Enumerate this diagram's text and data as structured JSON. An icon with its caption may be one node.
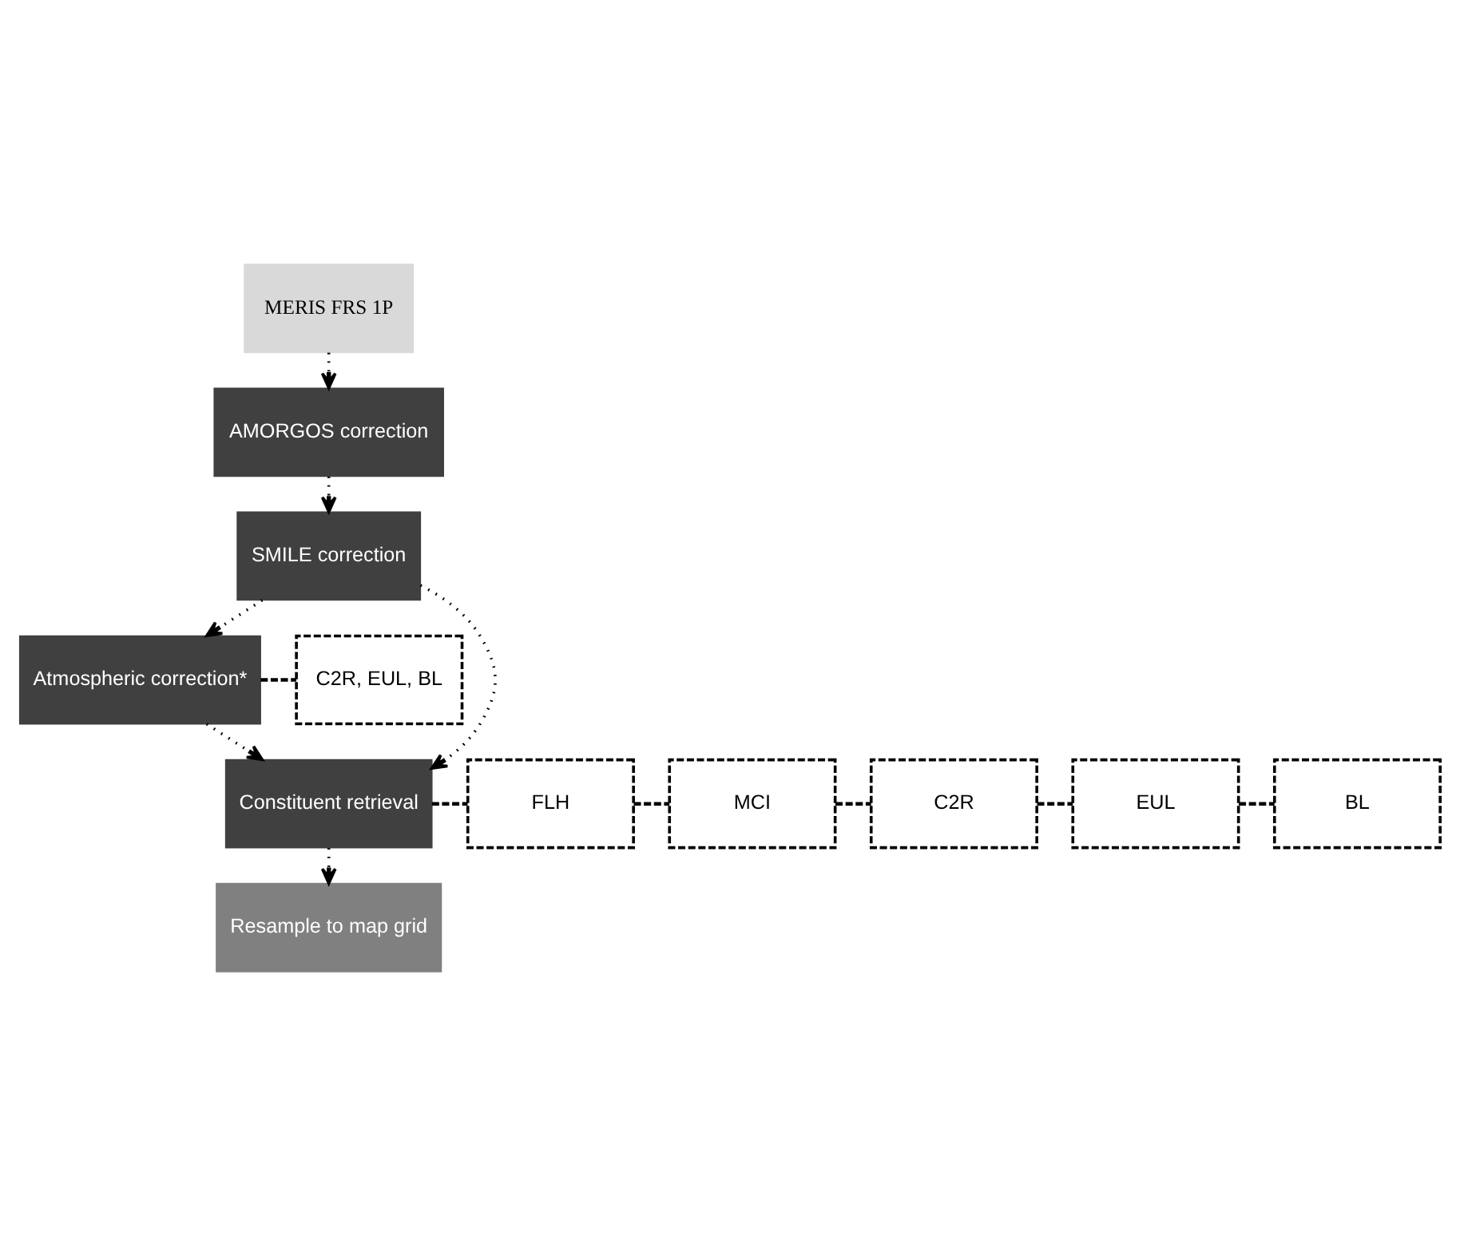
{
  "diagram": {
    "nodes": [
      {
        "text": [
          "MERIS FRS 1P"
        ]
      },
      {
        "text": [
          "AMORGOS correction"
        ]
      },
      {
        "text": [
          "SMILE correction"
        ]
      },
      {
        "text": [
          "Atmospheric correction*"
        ]
      },
      {
        "text": [
          "C2R, EUL, BL"
        ]
      },
      {
        "text": [
          "Constituent retrieval"
        ]
      },
      {
        "text": [
          "FLH"
        ]
      },
      {
        "text": [
          "MCI"
        ]
      },
      {
        "text": [
          "C2R"
        ]
      },
      {
        "text": [
          "EUL"
        ]
      },
      {
        "text": [
          "BL"
        ]
      },
      {
        "text": [
          "Resample to map grid"
        ]
      }
    ],
    "edges": [
      {
        "from": 0,
        "to": 1,
        "arrow": "to"
      },
      {
        "from": 1,
        "to": 2,
        "arrow": "to"
      },
      {
        "from": 2,
        "to": 3,
        "arrow": "to"
      },
      {
        "from": 2,
        "to": 5,
        "arrow": "to"
      },
      {
        "from": 3,
        "to": 5,
        "arrow": "to"
      },
      {
        "from": 3,
        "to": 4,
        "arrow": "none",
        "style": "dashed"
      },
      {
        "from": 5,
        "to": 6,
        "arrow": "none",
        "style": "dashed"
      },
      {
        "from": 6,
        "to": 7,
        "arrow": "none",
        "style": "dashed"
      },
      {
        "from": 7,
        "to": 8,
        "arrow": "none",
        "style": "dashed"
      },
      {
        "from": 8,
        "to": 9,
        "arrow": "none",
        "style": "dashed"
      },
      {
        "from": 9,
        "to": 10,
        "arrow": "none",
        "style": "dashed"
      },
      {
        "from": 5,
        "to": 11,
        "arrow": "to"
      }
    ]
  }
}
